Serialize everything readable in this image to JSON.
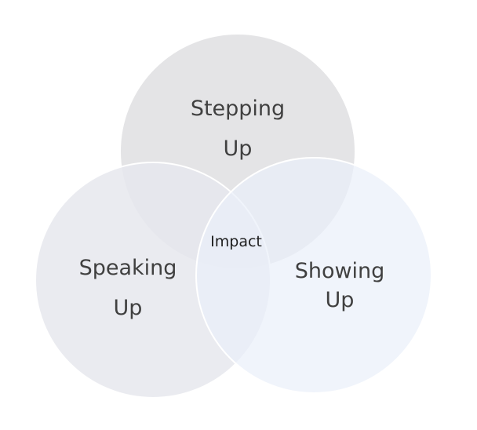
{
  "diagram": {
    "type": "venn",
    "sets": [
      {
        "id": "top",
        "label_lines": [
          "Stepping",
          "Up"
        ],
        "fill": "#e4e4e6"
      },
      {
        "id": "left",
        "label_lines": [
          "Speaking",
          "Up"
        ],
        "fill": "#e6e8ed"
      },
      {
        "id": "right",
        "label_lines": [
          "Showing",
          "Up"
        ],
        "fill": "#eaf0f9"
      }
    ],
    "intersection_label": "Impact",
    "stroke_color": "#ffffff"
  }
}
